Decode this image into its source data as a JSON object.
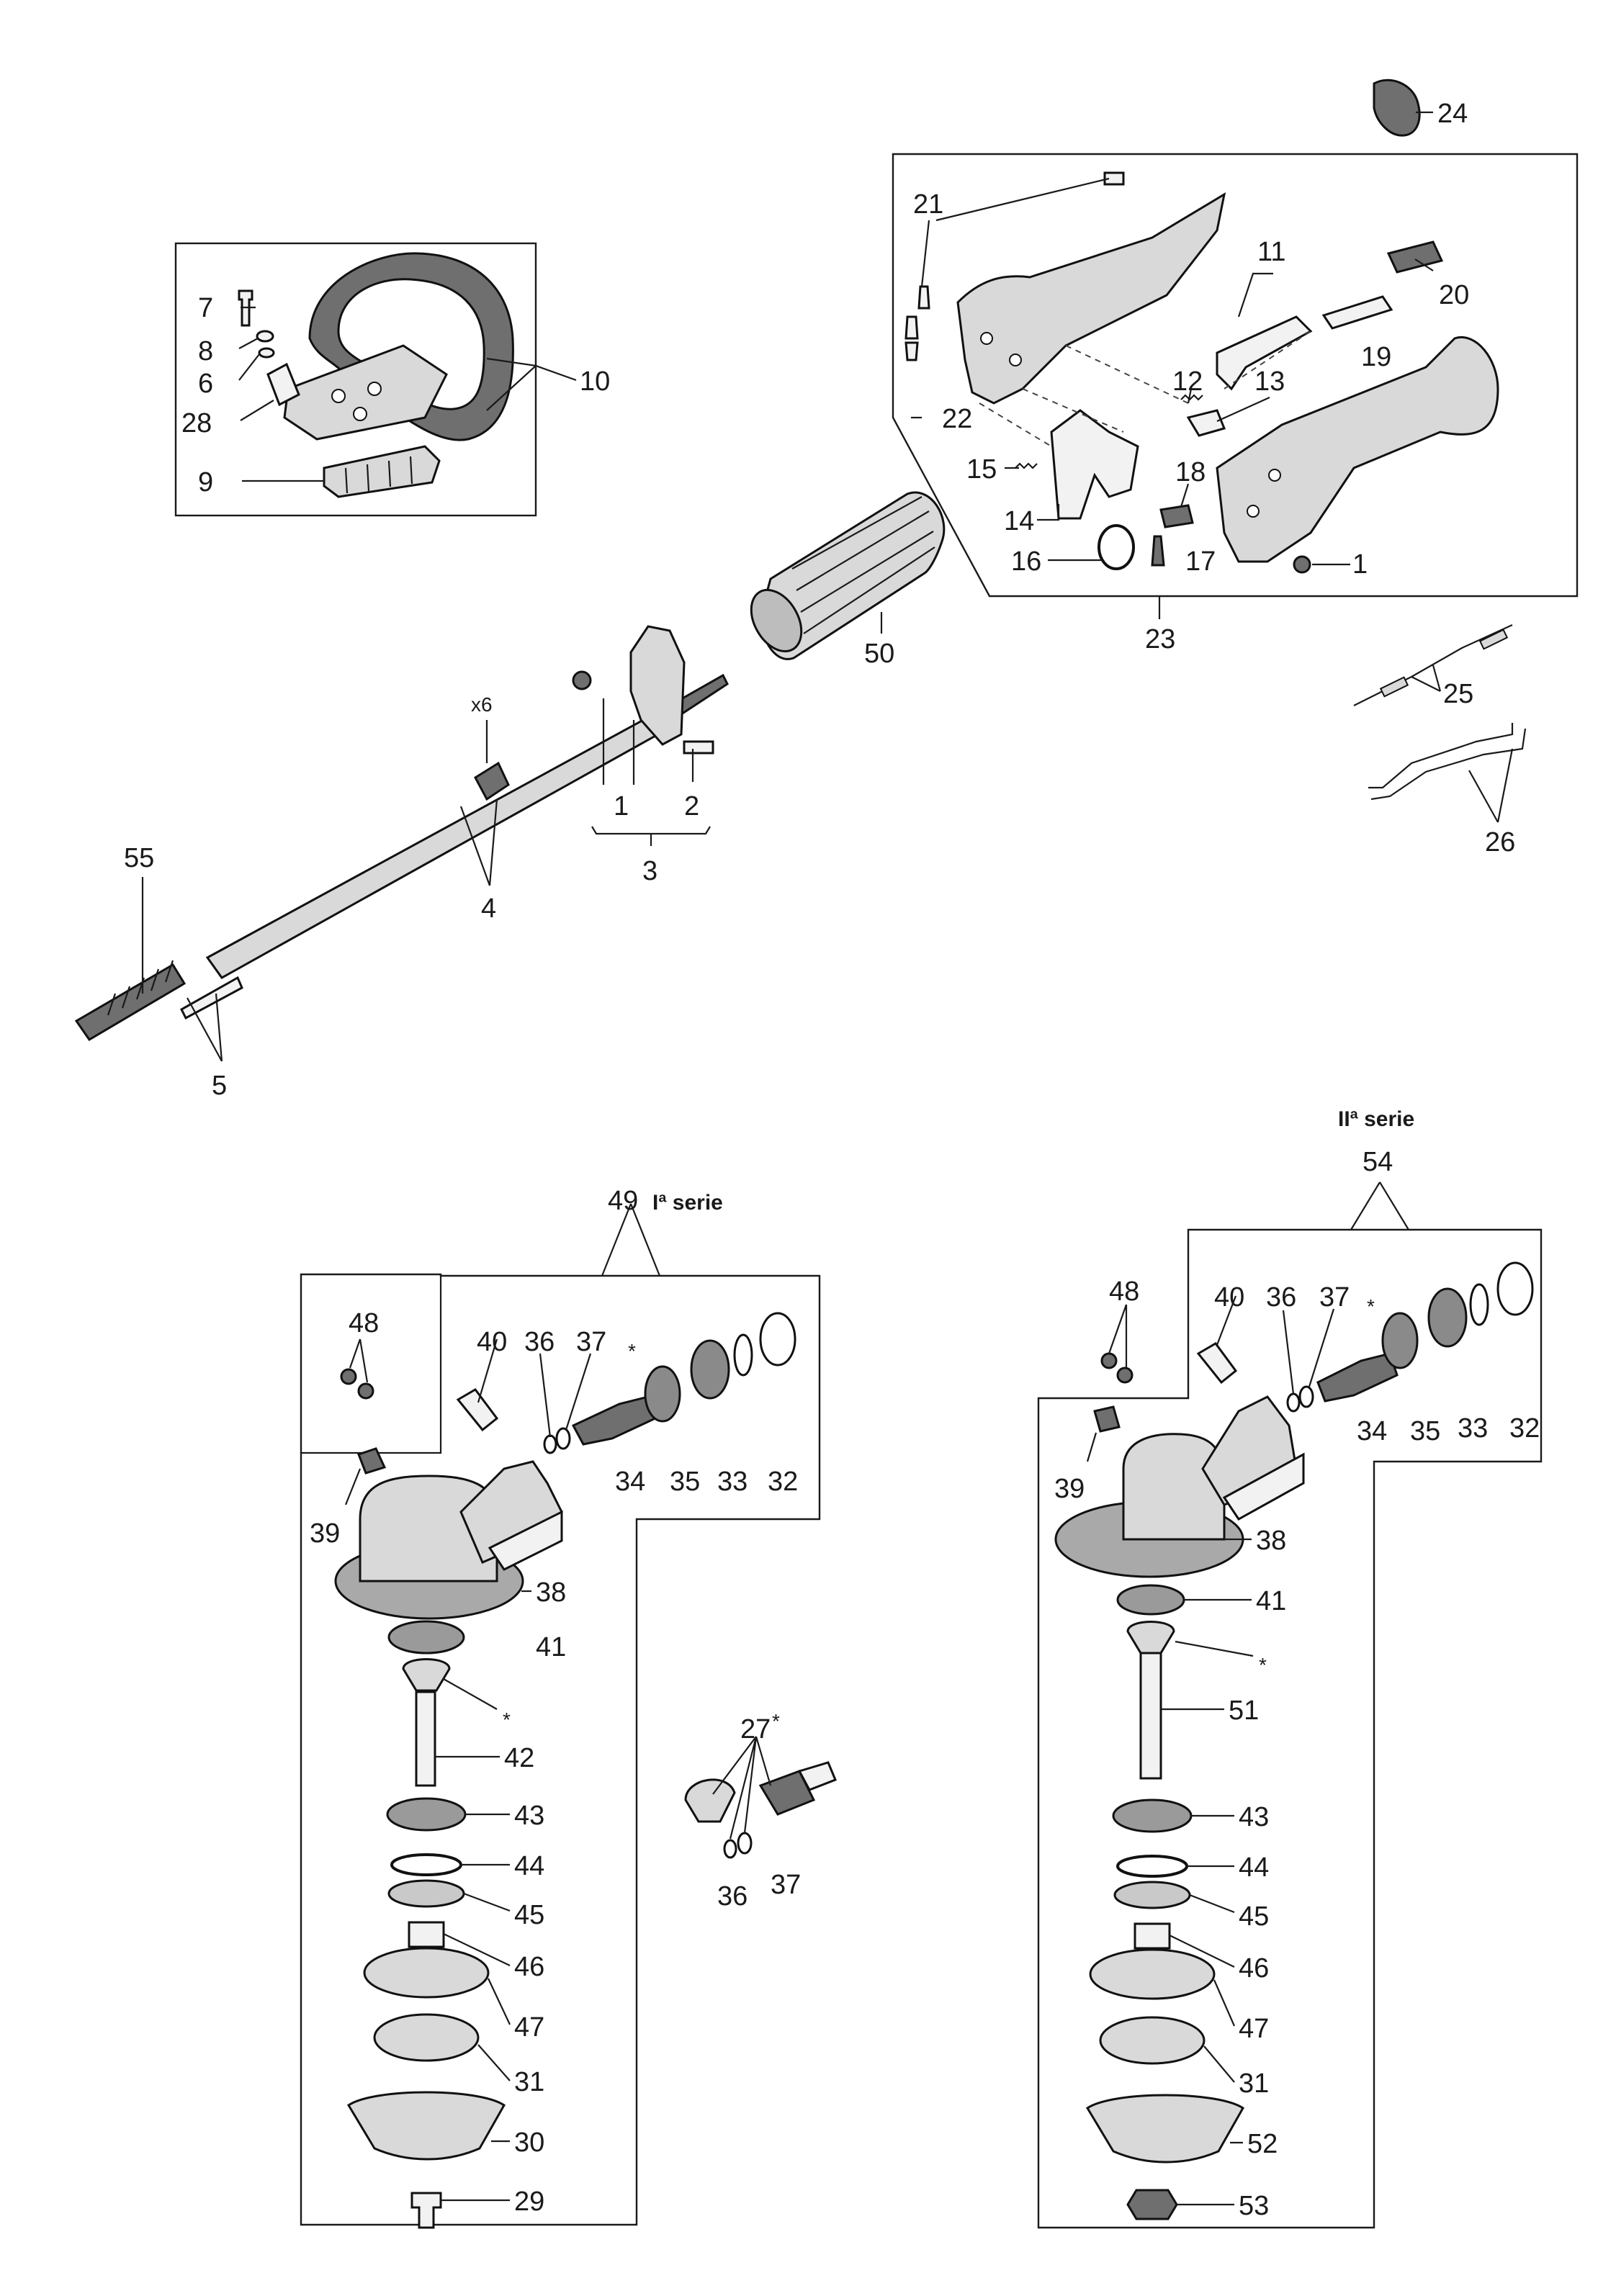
{
  "labels": {
    "p1a": "1",
    "p1b": "1",
    "p2": "2",
    "p3": "3",
    "p4": "4",
    "p5": "5",
    "p6": "6",
    "p7": "7",
    "p8": "8",
    "p9": "9",
    "p10": "10",
    "p11": "11",
    "p12": "12",
    "p13": "13",
    "p14": "14",
    "p15": "15",
    "p16": "16",
    "p17": "17",
    "p18": "18",
    "p19": "19",
    "p20": "20",
    "p21": "21",
    "p22": "22",
    "p23": "23",
    "p24": "24",
    "p25": "25",
    "p26": "26",
    "p27": "27",
    "p28": "28",
    "p29": "29",
    "p30": "30",
    "p31a": "31",
    "p31b": "31",
    "p32a": "32",
    "p32b": "32",
    "p33a": "33",
    "p33b": "33",
    "p34a": "34",
    "p34b": "34",
    "p35a": "35",
    "p35b": "35",
    "p36a": "36",
    "p36b": "36",
    "p36c": "36",
    "p37a": "37",
    "p37b": "37",
    "p37c": "37",
    "p38a": "38",
    "p38b": "38",
    "p39a": "39",
    "p39b": "39",
    "p40a": "40",
    "p40b": "40",
    "p41a": "41",
    "p41b": "41",
    "p42": "42",
    "p43a": "43",
    "p43b": "43",
    "p44a": "44",
    "p44b": "44",
    "p45a": "45",
    "p45b": "45",
    "p46a": "46",
    "p46b": "46",
    "p47a": "47",
    "p47b": "47",
    "p48a": "48",
    "p48b": "48",
    "p49": "49",
    "p50": "50",
    "p51": "51",
    "p52": "52",
    "p53": "53",
    "p54": "54",
    "p55": "55",
    "x6": "x6",
    "star1": "*",
    "star2": "*",
    "star3": "*",
    "star4": "*",
    "star27": "*"
  },
  "series_labels": {
    "first_series": "Iª serie",
    "second_series": "IIª serie"
  }
}
